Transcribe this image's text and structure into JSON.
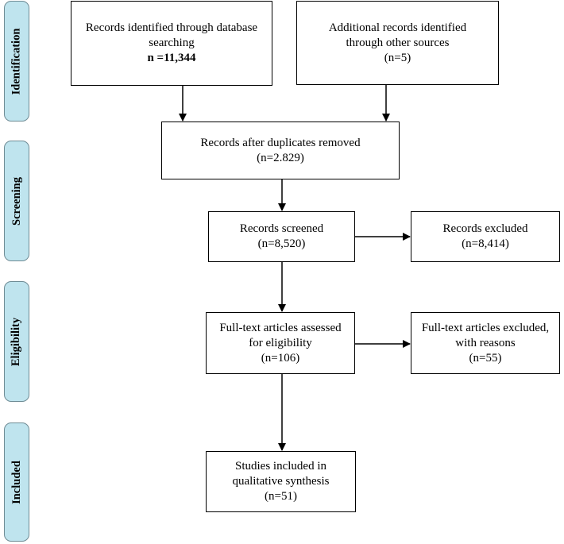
{
  "phases": {
    "identification": "Identification",
    "screening": "Screening",
    "eligibility": "Eligibility",
    "included": "Included"
  },
  "boxes": {
    "database": {
      "line1": "Records identified through database",
      "line2": "searching",
      "count": "n =11,344"
    },
    "other": {
      "line1": "Additional records identified",
      "line2": "through other sources",
      "count": "(n=5)"
    },
    "duplicates": {
      "line1": "Records after duplicates removed",
      "count": "(n=2.829)"
    },
    "screened": {
      "line1": "Records screened",
      "count": "(n=8,520)"
    },
    "excluded": {
      "line1": "Records excluded",
      "count": "(n=8,414)"
    },
    "fulltext": {
      "line1": "Full-text articles assessed",
      "line2": "for eligibility",
      "count": "(n=106)"
    },
    "fulltext_excluded": {
      "line1": "Full-text articles excluded,",
      "line2": "with reasons",
      "count": "(n=55)"
    },
    "included": {
      "line1": "Studies included in",
      "line2": "qualitative synthesis",
      "count": "(n=51)"
    }
  }
}
